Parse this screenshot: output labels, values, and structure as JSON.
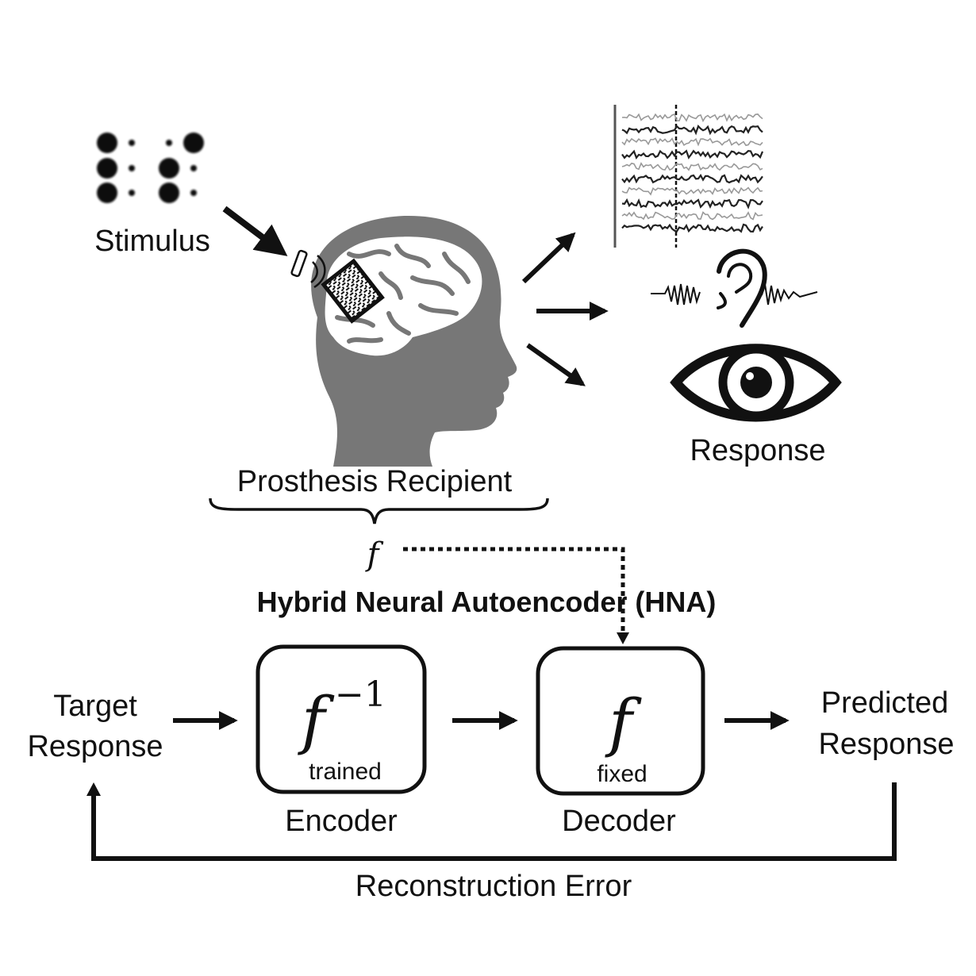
{
  "stimulus": {
    "label": "Stimulus",
    "braille_cells": [
      {
        "dots": [
          1,
          1,
          1,
          0,
          0,
          0
        ]
      },
      {
        "dots": [
          0,
          1,
          1,
          1,
          0,
          0
        ]
      }
    ]
  },
  "recipient": {
    "label": "Prosthesis Recipient",
    "function_symbol": "f"
  },
  "response": {
    "label": "Response",
    "modalities": [
      "eeg-signal",
      "ear-with-sound",
      "eye"
    ]
  },
  "hna": {
    "title": "Hybrid Neural Autoencoder (HNA)",
    "input_label_line1": "Target",
    "input_label_line2": "Response",
    "output_label_line1": "Predicted",
    "output_label_line2": "Response",
    "encoder": {
      "symbol": "f",
      "superscript": "−1",
      "status": "trained",
      "label": "Encoder"
    },
    "decoder": {
      "symbol": "f",
      "status": "fixed",
      "label": "Decoder"
    },
    "feedback_label": "Reconstruction Error"
  },
  "colors": {
    "head_gray": "#777777",
    "ink": "#111111",
    "eeg_dark": "#222222",
    "eeg_light": "#999999"
  }
}
